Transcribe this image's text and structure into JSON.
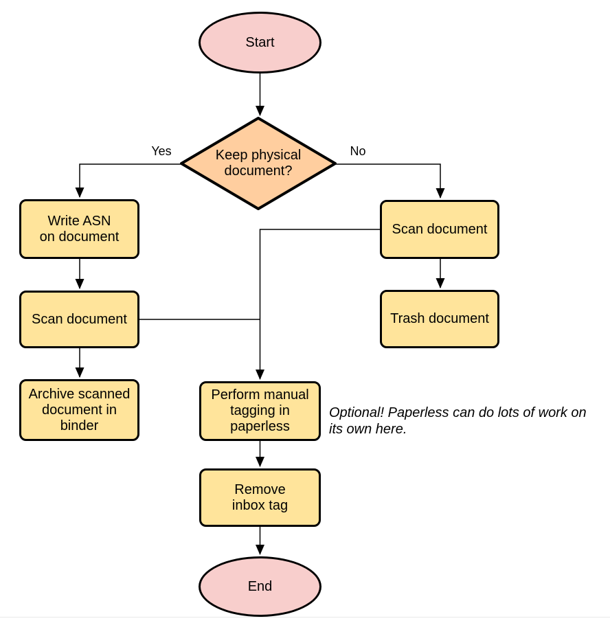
{
  "flowchart": {
    "nodes": {
      "start": {
        "label": "Start",
        "type": "terminator"
      },
      "decision_keep_physical": {
        "label": "Keep physical\ndocument?",
        "type": "decision"
      },
      "write_asn": {
        "label": "Write ASN\non document",
        "type": "process"
      },
      "scan_document_left": {
        "label": "Scan document",
        "type": "process"
      },
      "archive_binder": {
        "label": "Archive scanned\ndocument in\nbinder",
        "type": "process"
      },
      "scan_document_right": {
        "label": "Scan document",
        "type": "process"
      },
      "trash_document": {
        "label": "Trash document",
        "type": "process"
      },
      "manual_tagging": {
        "label": "Perform manual\ntagging in\npaperless",
        "type": "process"
      },
      "remove_inbox_tag": {
        "label": "Remove\ninbox tag",
        "type": "process"
      },
      "end": {
        "label": "End",
        "type": "terminator"
      }
    },
    "edge_labels": {
      "yes": "Yes",
      "no": "No"
    },
    "annotation": "Optional! Paperless can do lots of work on\nits own here.",
    "colors": {
      "terminator_fill": "#f8cecc",
      "decision_fill": "#ffce9f",
      "process_fill": "#ffe49b",
      "stroke": "#000000",
      "connector": "#000000"
    }
  }
}
